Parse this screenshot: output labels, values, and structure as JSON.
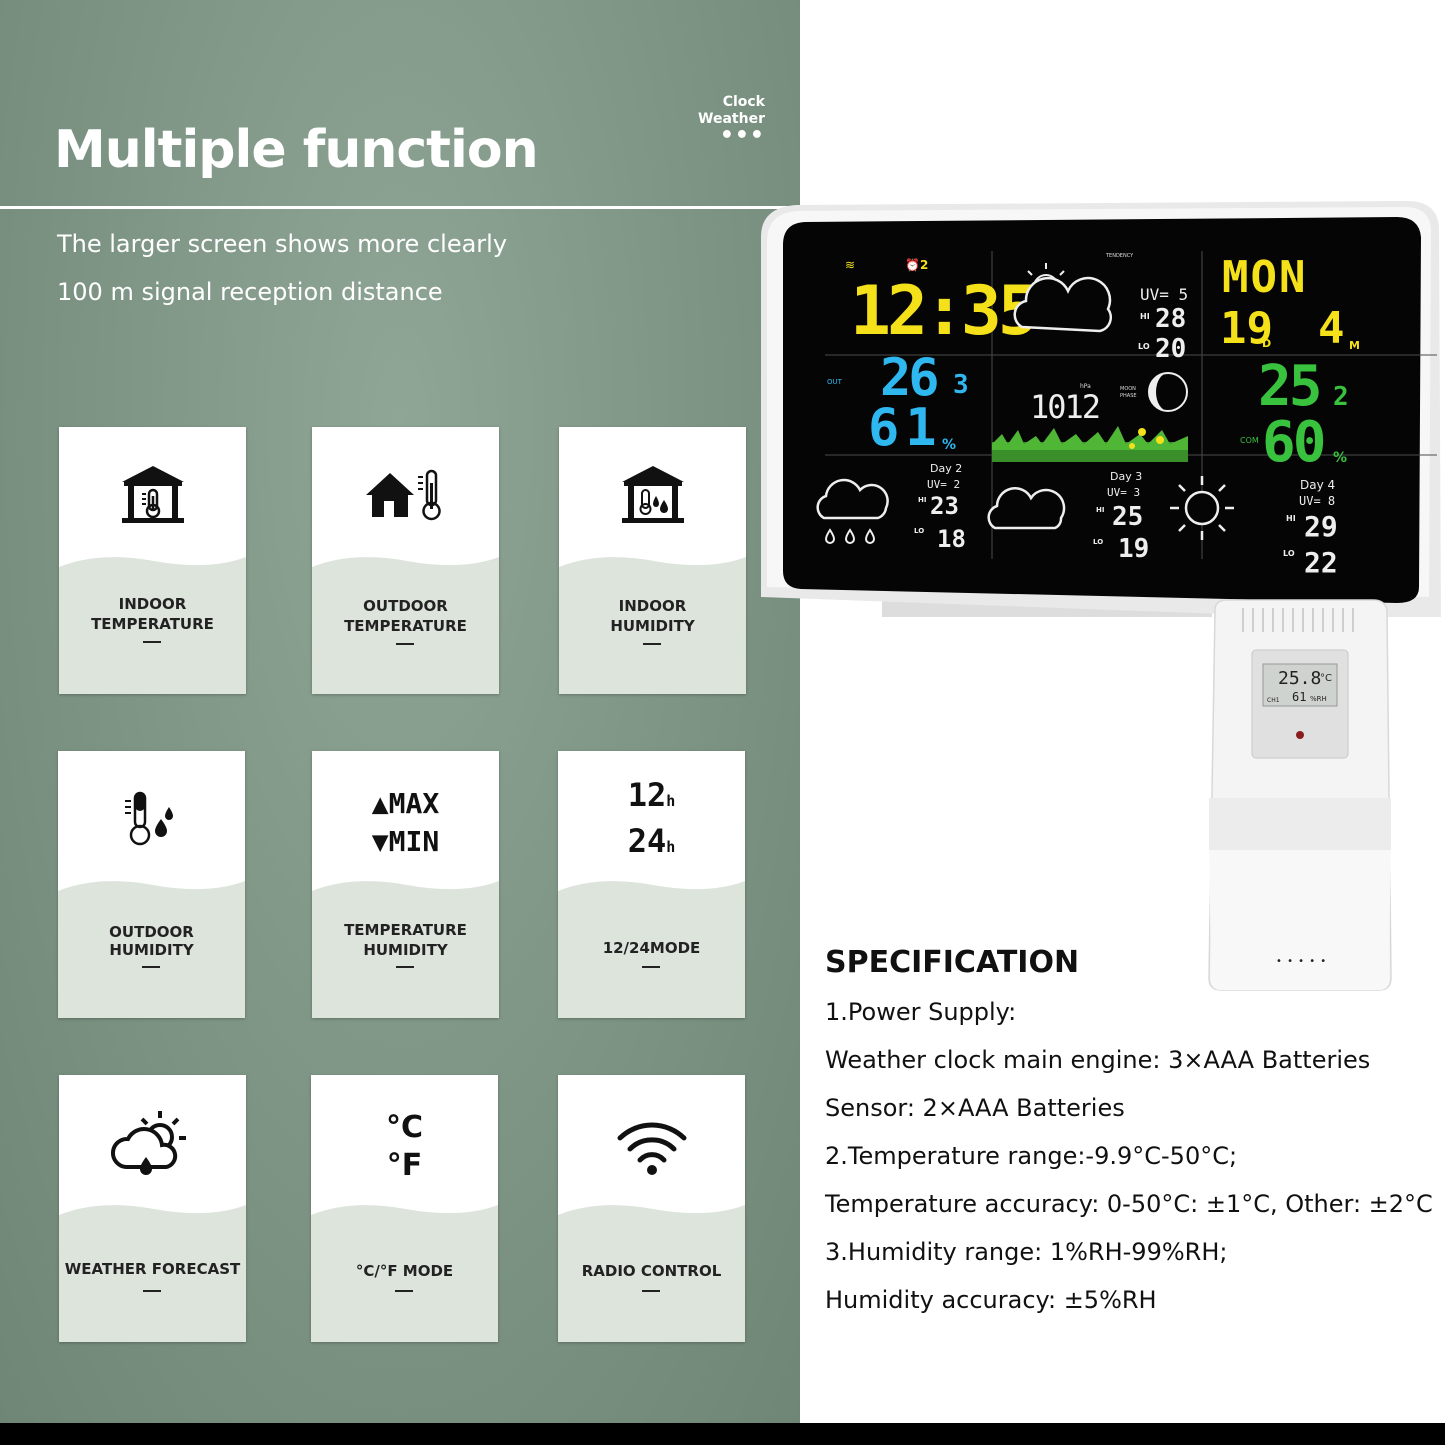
{
  "header": {
    "title": "Multiple function",
    "tag_lines": [
      "Clock",
      "Weather"
    ],
    "tag_dots": "•••",
    "features": [
      "The larger screen shows more clearly",
      "100 m signal reception distance"
    ]
  },
  "cards": [
    {
      "label1": "INDOOR",
      "label2": "TEMPERATURE",
      "icon": "indoor-thermometer-icon"
    },
    {
      "label1": "OUTDOOR",
      "label2": "TEMPERATURE",
      "icon": "outdoor-house-thermometer-icon"
    },
    {
      "label1": "INDOOR",
      "label2": "HUMIDITY",
      "icon": "indoor-humidity-icon"
    },
    {
      "label1": "OUTDOOR",
      "label2": "HUMIDITY",
      "icon": "outdoor-humidity-icon"
    },
    {
      "label1": "TEMPERATURE",
      "label2": "HUMIDITY",
      "icon": "max-min-icon",
      "max": "MAX",
      "min": "MIN"
    },
    {
      "label1": "12/24MODE",
      "label2": "",
      "icon": "hour-mode-icon",
      "h12": "12",
      "h24": "24",
      "h": "h"
    },
    {
      "label1": "WEATHER FORECAST",
      "label2": "",
      "icon": "weather-forecast-icon"
    },
    {
      "label1": "°C/°F MODE",
      "label2": "",
      "icon": "celsius-fahrenheit-icon",
      "c": "°C",
      "f": "°F"
    },
    {
      "label1": "RADIO CONTROL",
      "label2": "",
      "icon": "wifi-signal-icon"
    }
  ],
  "display": {
    "time": "12:35",
    "alarm": "2",
    "tendency": "TENDENCY",
    "uv_today": "UV= 5",
    "hi_today": "28",
    "lo_today": "20",
    "day_name": "MON",
    "date_day": "19",
    "date_month": "4",
    "d": "D",
    "m": "M",
    "out_label": "OUT",
    "out_temp": "26",
    "out_temp_dec": "3",
    "out_hum": "61",
    "pressure": "1012",
    "hpa": "hPa",
    "moon_phase": "MOON PHASE",
    "in_temp": "25",
    "in_temp_dec": "2",
    "in_hum": "60",
    "com": "COM",
    "unit_c": "°C",
    "unit_pct": "%",
    "hi": "HI",
    "lo": "LO",
    "day2": {
      "name": "Day 2",
      "uv": "UV= 2",
      "hi": "23",
      "lo": "18"
    },
    "day3": {
      "name": "Day 3",
      "uv": "UV= 3",
      "hi": "25",
      "lo": "19"
    },
    "day4": {
      "name": "Day 4",
      "uv": "UV= 8",
      "hi": "29",
      "lo": "22"
    },
    "sensor_temp": "25.8",
    "sensor_unit": "°C",
    "sensor_ch": "CH1",
    "sensor_hum": "61",
    "sensor_rh": "%RH",
    "sensor_dots": "• • • • •"
  },
  "spec": {
    "title": "SPECIFICATION",
    "lines": [
      "1.Power Supply:",
      "Weather clock main engine: 3×AAA Batteries",
      "Sensor: 2×AAA Batteries",
      "2.Temperature range:-9.9°C-50°C;",
      "Temperature accuracy: 0-50°C: ±1°C, Other: ±2°C",
      "3.Humidity range: 1%RH-99%RH;",
      "Humidity accuracy: ±5%RH"
    ]
  },
  "colors": {
    "panel": "#7d9484",
    "yellow": "#f5e11a",
    "blue": "#2fb7ef",
    "green": "#38c23d",
    "screen": "#050505"
  }
}
